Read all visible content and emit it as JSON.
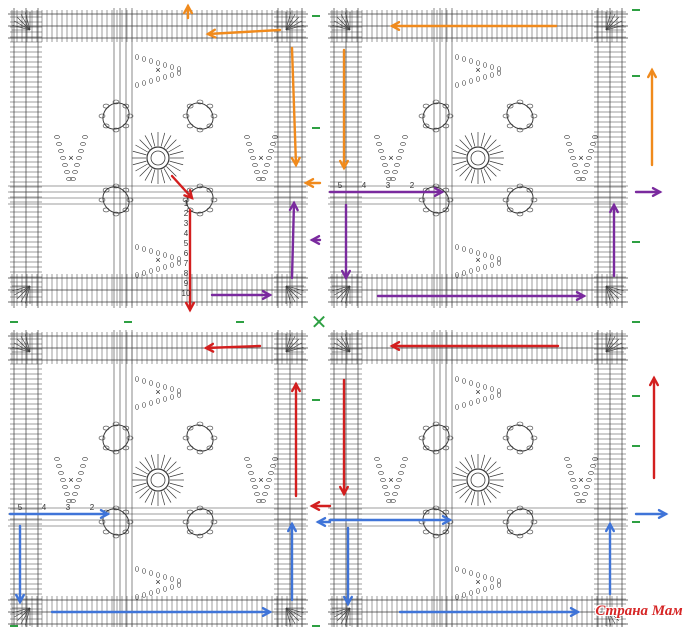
{
  "watermark": {
    "text": "Страна Мам"
  },
  "row_numbers": {
    "top_left_column": [
      "10",
      "9",
      "8",
      "7",
      "6",
      "5",
      "4",
      "3",
      "2",
      "1"
    ],
    "center_top_row": [
      "5",
      "4",
      "3",
      "2"
    ],
    "bottom_left_row": [
      "5",
      "4",
      "3",
      "2"
    ]
  },
  "marks": {
    "join_cross": "✕",
    "small_cross": "×",
    "circle_mark": "○"
  },
  "colors": {
    "grid": "#3a3a3a",
    "orange": "#f08a1c",
    "purple": "#7a2a9e",
    "red": "#d31f1f",
    "blue": "#3f74d8",
    "green": "#2ea043",
    "watermark": "#d62626"
  },
  "motifs": [
    {
      "id": "top-left"
    },
    {
      "id": "top-right"
    },
    {
      "id": "bottom-left"
    },
    {
      "id": "bottom-right"
    }
  ]
}
